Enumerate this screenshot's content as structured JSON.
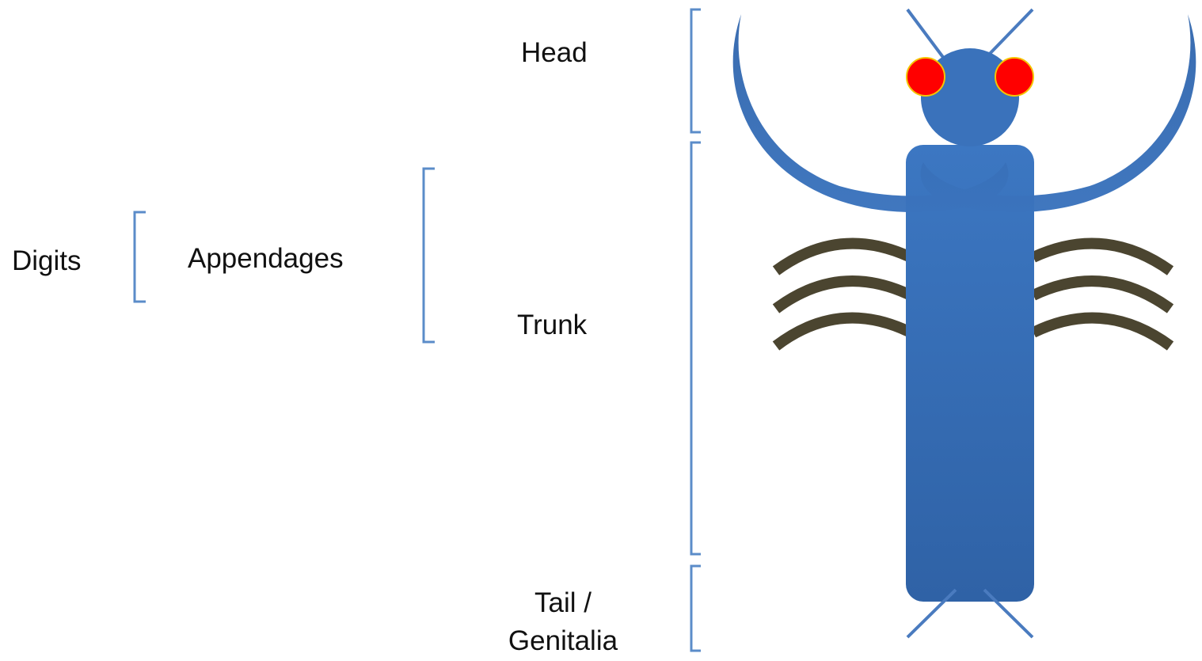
{
  "labels": {
    "head": "Head",
    "trunk": "Trunk",
    "tail_line1": "Tail /",
    "tail_line2": "Genitalia",
    "appendages": "Appendages",
    "digits": "Digits"
  },
  "colors": {
    "body": "#3c72b8",
    "body_dark": "#2e5f9e",
    "eyes": "#ff0000",
    "eye_outline": "#f5c400",
    "legs": "#4b4530",
    "brackets": "#5b8cc9",
    "antennae": "#4a7bbf"
  },
  "icons": {
    "creature": "insect-body-icon"
  }
}
